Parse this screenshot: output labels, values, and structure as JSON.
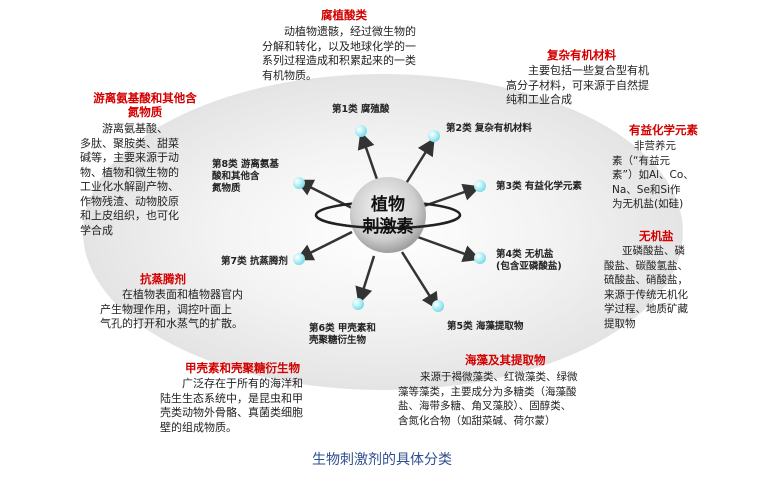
{
  "center": {
    "line1": "植物",
    "line2": "刺激素"
  },
  "categories": [
    {
      "label": "第1类 腐殖酸"
    },
    {
      "label": "第2类 复杂有机材料"
    },
    {
      "label": "第3类 有益化学元素"
    },
    {
      "label": "第4类 无机盐",
      "sub": "(包含亚磷酸盐)"
    },
    {
      "label": "第5类 海藻提取物"
    },
    {
      "label": "第6类 甲壳素和",
      "sub": "壳聚糖衍生物"
    },
    {
      "label": "第7类 抗蒸腾剂"
    },
    {
      "label": "第8类 游离氨基",
      "sub": "酸和其他含",
      "sub2": "氮物质"
    }
  ],
  "descriptions": {
    "humic": {
      "title": "腐植酸类",
      "lines": [
        "动植物遗骸，经过微生物的",
        "分解和转化，以及地球化学的一",
        "系列过程造成和积累起来的一类",
        "有机物质。"
      ]
    },
    "complex": {
      "title": "复杂有机材料",
      "lines": [
        "主要包括一些复合型有机",
        "高分子材料，可来源于自然提",
        "纯和工业合成"
      ]
    },
    "beneficial": {
      "title": "有益化学元素",
      "lines": [
        "非营养元",
        "素（“有益元",
        "素”）如Al、Co、",
        "Na、Se和Si作",
        "为无机盐(如硅)"
      ]
    },
    "inorganic": {
      "title": "无机盐",
      "lines": [
        "亚磷酸盐、磷",
        "酸盐、碳酸氢盐、",
        "硫酸盐、硝酸盐，",
        "来源于传统无机化",
        "学过程、地质矿藏",
        "提取物"
      ]
    },
    "seaweed": {
      "title": "海藻及其提取物",
      "lines": [
        "来源于褐微藻类、红微藻类、绿微",
        "藻等藻类，主要成分为多糖类（海藻酸",
        "盐、海带多糖、角叉藻胶）、固醇类、",
        "含氮化合物（如甜菜碱、荷尔蒙）"
      ]
    },
    "chitin": {
      "title": "甲壳素和壳聚糖衍生物",
      "lines": [
        "广泛存在于所有的海洋和",
        "陆生生态系统中，是昆虫和甲",
        "壳类动物外骨骼、真菌类细胞",
        "壁的组成物质。"
      ]
    },
    "antitrans": {
      "title": "抗蒸腾剂",
      "lines": [
        "在植物表面和植物器官内",
        "产生物理作用，调控叶面上",
        "气孔的打开和水蒸气的扩散。"
      ]
    },
    "amino": {
      "title": "游离氨基酸和其他含",
      "title2": "氮物质",
      "lines": [
        "游离氨基酸、",
        "多肽、聚胺类、甜菜",
        "碱等，主要来源于动",
        "物、植物和微生物的",
        "工业化水解副产物、",
        "作物残渣、动物胶原",
        "和上皮组织，也可化",
        "学合成"
      ]
    }
  },
  "caption": "生物刺激剂的具体分类",
  "colors": {
    "red": "#d40000",
    "caption": "#2f4f8f",
    "ball": "#4cc8d8"
  }
}
